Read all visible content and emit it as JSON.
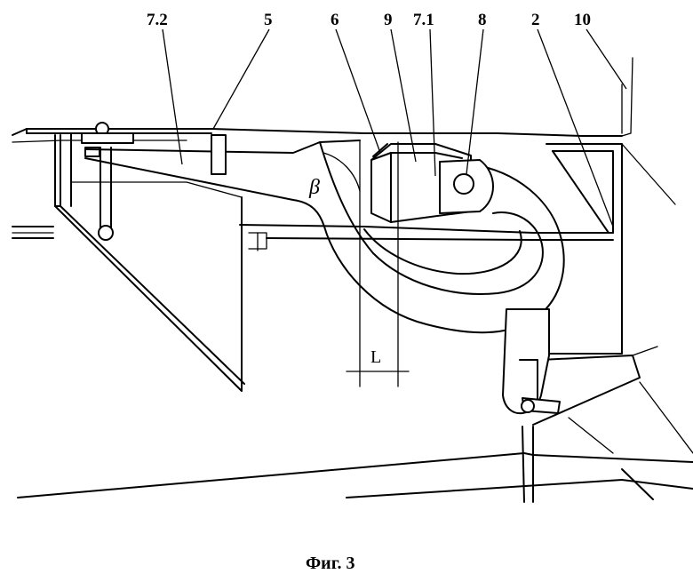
{
  "figure": {
    "caption": "Фиг. 3",
    "part_labels": [
      {
        "id": "label-7-2",
        "text": "7.2"
      },
      {
        "id": "label-5",
        "text": "5"
      },
      {
        "id": "label-6",
        "text": "6"
      },
      {
        "id": "label-9",
        "text": "9"
      },
      {
        "id": "label-7-1",
        "text": "7.1"
      },
      {
        "id": "label-8",
        "text": "8"
      },
      {
        "id": "label-2",
        "text": "2"
      },
      {
        "id": "label-10",
        "text": "10"
      }
    ],
    "angle_symbol": "β",
    "dimension_symbol": "L"
  }
}
